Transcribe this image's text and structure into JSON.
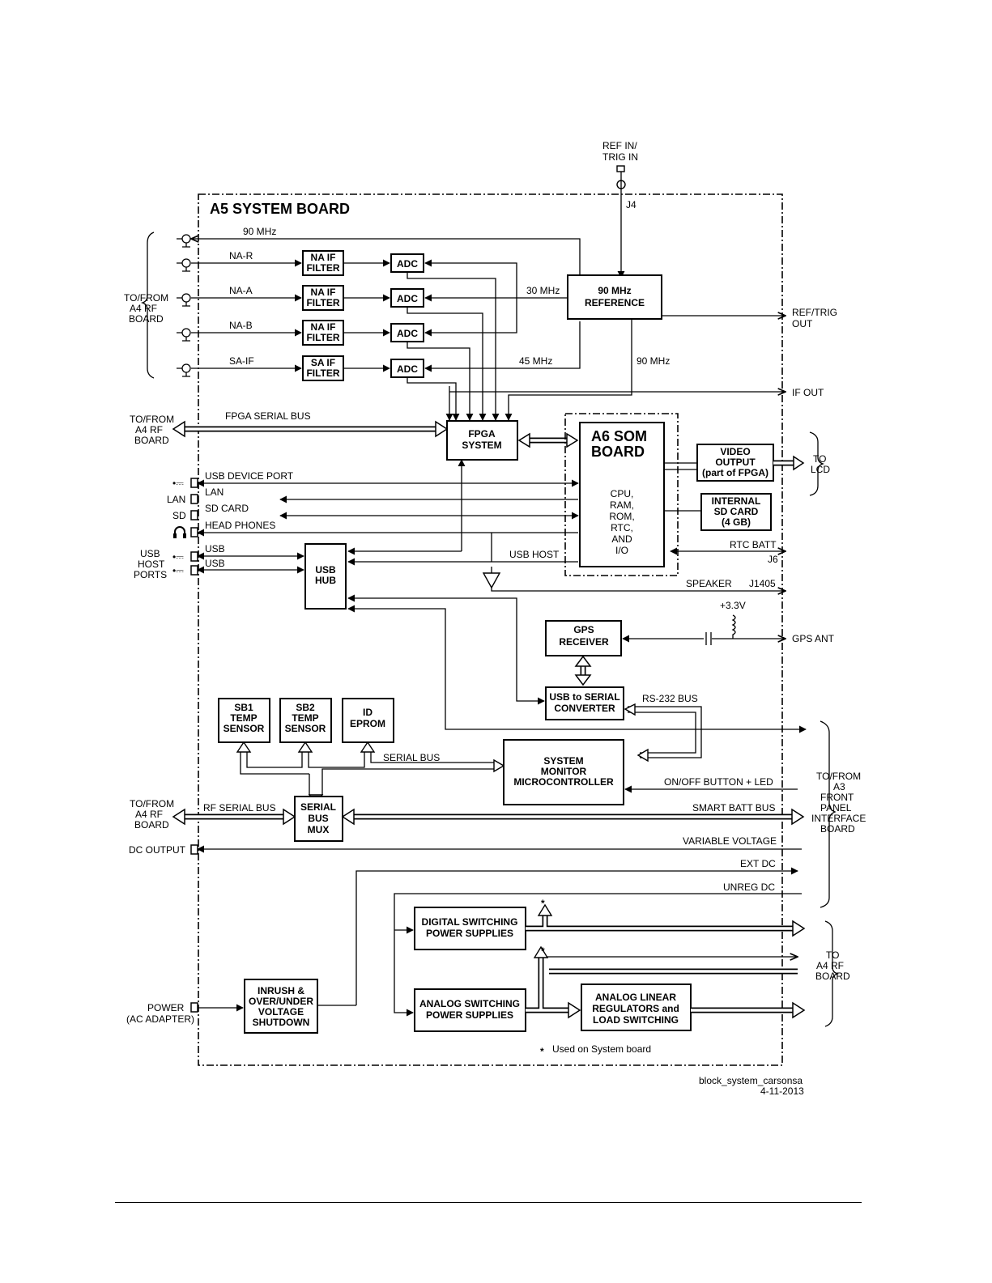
{
  "diagram": {
    "title": "A5 SYSTEM BOARD",
    "som_title_line1": "A6 SOM",
    "som_title_line2": "BOARD",
    "som_contents": [
      "CPU,",
      "RAM,",
      "ROM,",
      "RTC,",
      "AND",
      "I/O"
    ],
    "top_input": [
      "REF IN/",
      "TRIG IN"
    ],
    "blocks": {
      "na_r_filter": [
        "NA IF",
        "FILTER"
      ],
      "na_a_filter": [
        "NA IF",
        "FILTER"
      ],
      "na_b_filter": [
        "NA IF",
        "FILTER"
      ],
      "sa_filter": [
        "SA IF",
        "FILTER"
      ],
      "adc": "ADC",
      "reference": [
        "90 MHz",
        "REFERENCE"
      ],
      "fpga": [
        "FPGA",
        "SYSTEM"
      ],
      "video": [
        "VIDEO",
        "OUTPUT",
        "(part of FPGA)"
      ],
      "sd_internal": [
        "INTERNAL",
        "SD CARD",
        "(4 GB)"
      ],
      "usb_hub": [
        "USB",
        "HUB"
      ],
      "gps": [
        "GPS",
        "RECEIVER"
      ],
      "usb_serial": [
        "USB to SERIAL",
        "CONVERTER"
      ],
      "sb1": [
        "SB1",
        "TEMP",
        "SENSOR"
      ],
      "sb2": [
        "SB2",
        "TEMP",
        "SENSOR"
      ],
      "id_eprom": [
        "ID",
        "EPROM"
      ],
      "sys_monitor": [
        "SYSTEM",
        "MONITOR",
        "MICROCONTROLLER"
      ],
      "serial_mux": [
        "SERIAL",
        "BUS",
        "MUX"
      ],
      "digital_ps": [
        "DIGITAL SWITCHING",
        "POWER SUPPLIES"
      ],
      "analog_ps": [
        "ANALOG SWITCHING",
        "POWER SUPPLIES"
      ],
      "analog_linear": [
        "ANALOG LINEAR",
        "REGULATORS and",
        "LOAD SWITCHING"
      ],
      "inrush": [
        "INRUSH &",
        "OVER/UNDER",
        "VOLTAGE",
        "SHUTDOWN"
      ]
    },
    "signals": {
      "mhz90_top": "90 MHz",
      "na_r": "NA-R",
      "na_a": "NA-A",
      "na_b": "NA-B",
      "sa_if": "SA-IF",
      "mhz30": "30 MHz",
      "mhz45": "45 MHz",
      "mhz90_ref": "90 MHz",
      "j4": "J4",
      "fpga_serial_bus": "FPGA SERIAL BUS",
      "usb_device_port": "USB DEVICE PORT",
      "lan": "LAN",
      "sd_card": "SD CARD",
      "head_phones": "HEAD PHONES",
      "usb1": "USB",
      "usb2": "USB",
      "usb_host": "USB HOST",
      "speaker": "SPEAKER",
      "j1405": "J1405",
      "rtc_batt": "RTC BATT",
      "j6": "J6",
      "plus33": "+3.3V",
      "rs232": "RS-232 BUS",
      "serial_bus": "SERIAL BUS",
      "rf_serial_bus": "RF SERIAL BUS",
      "on_off": "ON/OFF BUTTON + LED",
      "smart_batt": "SMART BATT BUS",
      "variable_voltage": "VARIABLE VOLTAGE",
      "ext_dc": "EXT DC",
      "unreg_dc": "UNREG DC",
      "star": "*",
      "footnote": "Used on System board"
    },
    "external": {
      "to_from_a4_top": [
        "TO/FROM",
        "A4 RF",
        "BOARD"
      ],
      "to_from_a4_mid": [
        "TO/FROM",
        "A4 RF",
        "BOARD"
      ],
      "to_from_a4_low": [
        "TO/FROM",
        "A4 RF",
        "BOARD"
      ],
      "lan_port": "LAN",
      "sd_port": "SD",
      "usb_host_ports": [
        "USB",
        "HOST",
        "PORTS"
      ],
      "dc_output": "DC OUTPUT",
      "power": [
        "POWER",
        "(AC ADAPTER)"
      ],
      "ref_trig_out": [
        "REF/TRIG",
        "OUT"
      ],
      "if_out": "IF OUT",
      "to_lcd": [
        "TO",
        "LCD"
      ],
      "gps_ant": "GPS ANT",
      "front_panel": [
        "TO/FROM",
        "A3",
        "FRONT",
        "PANEL",
        "INTERFACE",
        "BOARD"
      ],
      "to_a4_rf": [
        "TO",
        "A4 RF",
        "BOARD"
      ]
    },
    "footer_id": "block_system_carsonsa",
    "footer_date": "4-11-2013"
  }
}
